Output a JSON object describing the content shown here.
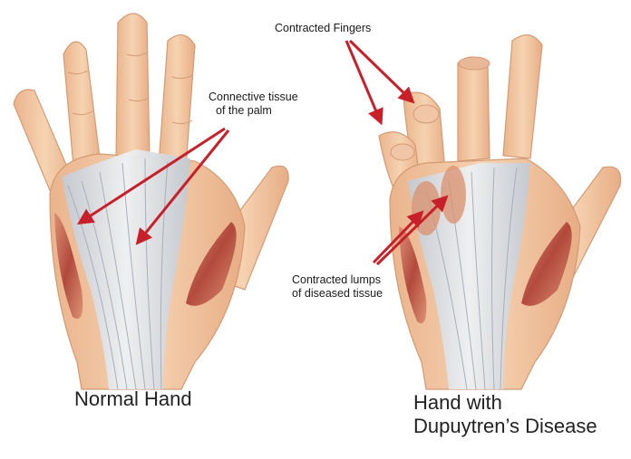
{
  "labels": {
    "normal_hand": "Normal Hand",
    "disease_hand_line1": "Hand with",
    "disease_hand_line2": "Dupuytren’s Disease",
    "connective_line1": "Connective tissue",
    "connective_line2": "of the palm",
    "contracted_fingers": "Contracted Fingers",
    "lumps_line1": "Contracted lumps",
    "lumps_line2": "of diseased tissue"
  },
  "colors": {
    "skin": "#f3c9a3",
    "skin_shadow": "#dea07a",
    "tendon": "#d9dee4",
    "tendon_line": "#a8b0ba",
    "muscle": "#b8473b",
    "arrow": "#c8202a",
    "text": "#222222"
  }
}
